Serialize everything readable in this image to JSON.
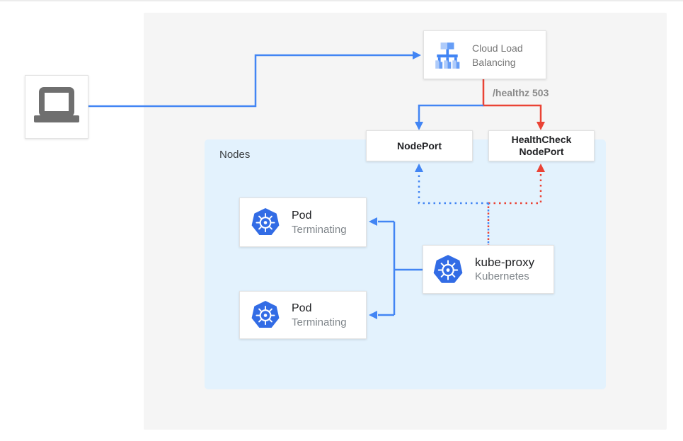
{
  "palette": {
    "blue": "#4285f4",
    "red": "#ea4335",
    "panel_bg": "#f5f5f5",
    "nodes_bg": "#e3f2fd",
    "kubernetes_blue": "#326ce5",
    "laptop_gray": "#6f6f6f",
    "clb_icon_light": "#aecbfa",
    "clb_icon_medium": "#669df6",
    "clb_icon_dark": "#4285f4"
  },
  "client": {
    "icon": "laptop-icon"
  },
  "cloud_lb": {
    "title": "Cloud Load Balancing",
    "icon": "cloud-load-balancing-icon"
  },
  "edge_label": {
    "text": "/healthz 503"
  },
  "nodeport": {
    "label": "NodePort"
  },
  "healthcheck_nodeport": {
    "label_line1": "HealthCheck",
    "label_line2": "NodePort"
  },
  "nodes_panel": {
    "label": "Nodes"
  },
  "pods": [
    {
      "title": "Pod",
      "subtitle": "Terminating",
      "icon": "kubernetes-icon"
    },
    {
      "title": "Pod",
      "subtitle": "Terminating",
      "icon": "kubernetes-icon"
    }
  ],
  "kube_proxy": {
    "title": "kube-proxy",
    "subtitle": "Kubernetes",
    "icon": "kubernetes-icon"
  }
}
